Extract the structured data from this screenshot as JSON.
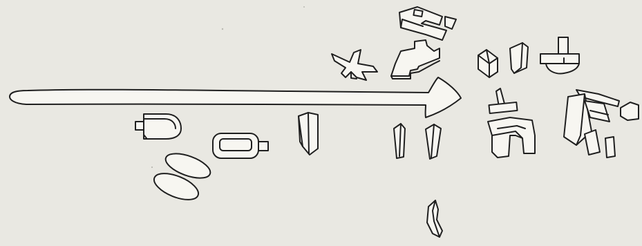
{
  "sketch": {
    "background_color": "#e9e8e2",
    "stroke_color": "#1f1f1f",
    "fill_color": "#f7f6f1",
    "elements": [
      "axis-arrow",
      "pill-block",
      "ellipse-pair",
      "rounded-ring-block",
      "wedge-tower",
      "twin-slabs",
      "bent-slab",
      "x-shaped-block",
      "stepped-block",
      "c-shaped-block",
      "cube-pair",
      "cross-dome-block",
      "t-block",
      "h-shaped-block",
      "clustered-blocks"
    ]
  }
}
